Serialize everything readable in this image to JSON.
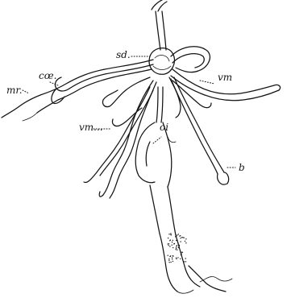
{
  "figure": {
    "labels": {
      "coe": "cœ.",
      "mr": "mr.",
      "sd": "sd.",
      "vm_right": "vm",
      "vm_left": "vm...",
      "oi": "oi",
      "b": "b"
    }
  }
}
